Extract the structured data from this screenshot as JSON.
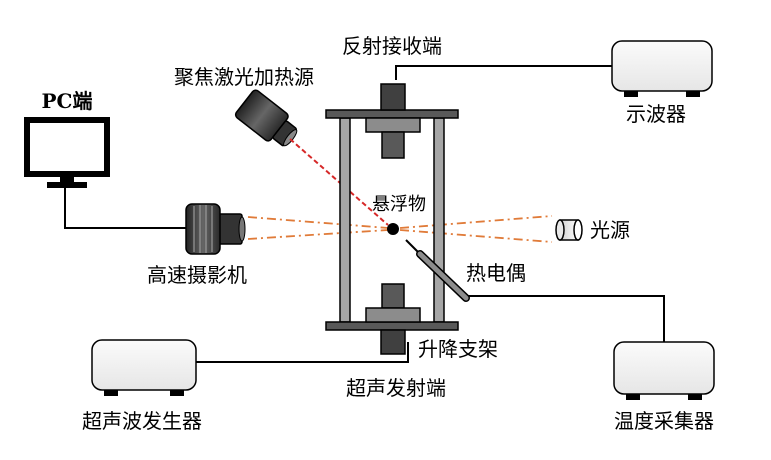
{
  "labels": {
    "pc": "PC端",
    "laser": "聚焦激光加热源",
    "receiver": "反射接收端",
    "oscilloscope": "示波器",
    "floating": "悬浮物",
    "light_source": "光源",
    "camera": "高速摄影机",
    "thermocouple": "热电偶",
    "lift": "升降支架",
    "transmitter": "超声发射端",
    "generator": "超声波发生器",
    "temp_collector": "温度采集器"
  },
  "colors": {
    "stroke": "#000000",
    "device_fill": "#f2f2f2",
    "plate_fill": "#595959",
    "rod_fill": "#a6a6a6",
    "transducer_fill": "#404040",
    "laser_beam": "#d62828",
    "light_beam": "#e07b39",
    "camera_fill": "#3a3a3a",
    "particle": "#000000"
  },
  "icons": {
    "pc": "monitor-icon",
    "laser": "laser-emitter-icon",
    "camera": "high-speed-camera-icon",
    "light": "light-source-icon"
  }
}
